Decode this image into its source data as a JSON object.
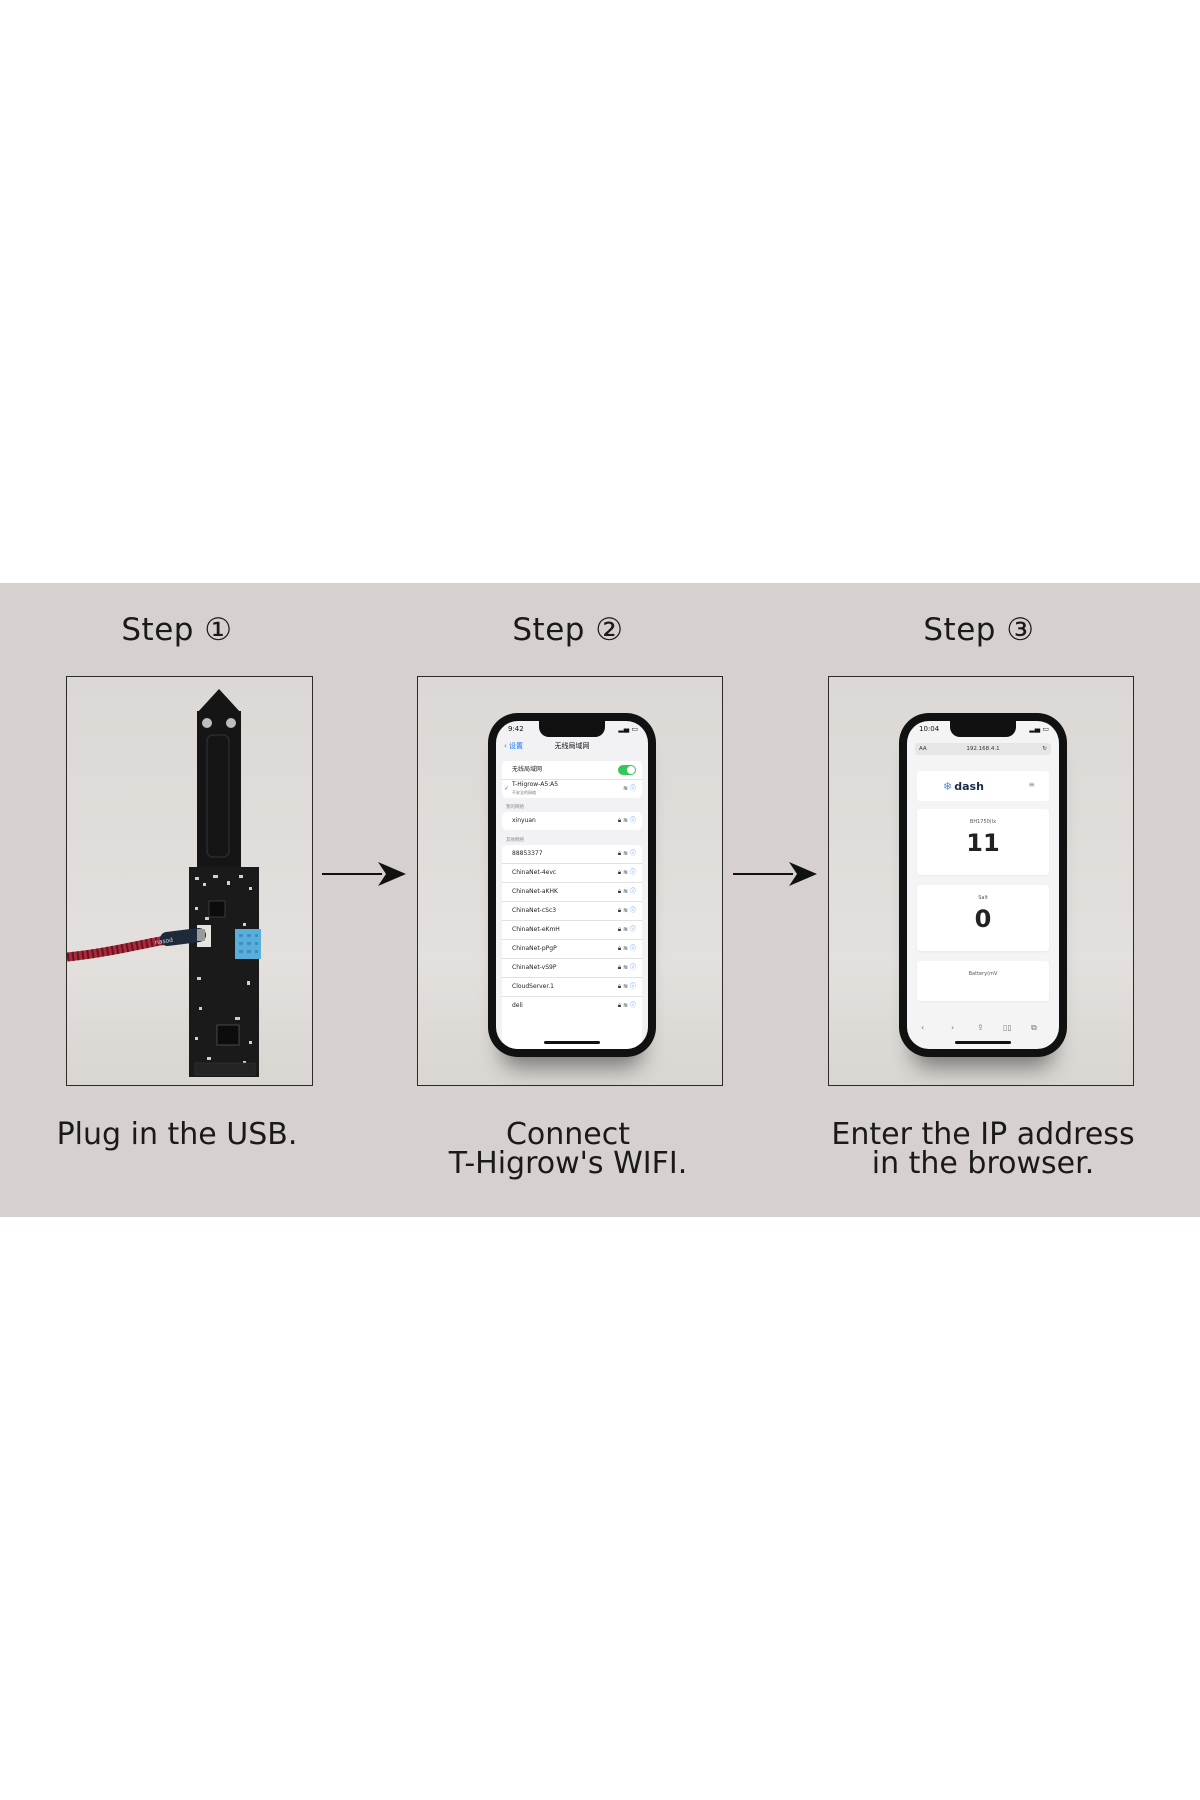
{
  "steps": [
    {
      "title": "Step ①",
      "caption_lines": [
        "Plug in the USB."
      ]
    },
    {
      "title": "Step ②",
      "caption_lines": [
        "Connect",
        "T-Higrow's WIFI."
      ]
    },
    {
      "title": "Step ③",
      "caption_lines": [
        "Enter the IP address",
        "in the browser."
      ]
    }
  ],
  "device": {
    "cable_brand": "nasod"
  },
  "wifi_phone": {
    "time": "9:42",
    "back_label": "设置",
    "title": "无线局域网",
    "wlan_label": "无线局域网",
    "connected_network": "T-Higrow-A5:A5",
    "connected_subtitle": "不安全的网络",
    "my_networks_header": "我的网络",
    "my_networks": [
      "xinyuan"
    ],
    "other_networks_header": "其他网络",
    "other_networks": [
      "88853377",
      "ChinaNet-4evc",
      "ChinaNet-aKHK",
      "ChinaNet-cSc3",
      "ChinaNet-eKmH",
      "ChinaNet-pPgP",
      "ChinaNet-vS9P",
      "CloudServer.1",
      "deli"
    ]
  },
  "dash_phone": {
    "time": "10:04",
    "url": "192.168.4.1",
    "aa_label": "AA",
    "brand": "dash",
    "cards": [
      {
        "label": "BH1750(lx",
        "value": "11"
      },
      {
        "label": "Salt",
        "value": "0"
      },
      {
        "label": "Battery(mV",
        "value": ""
      }
    ]
  },
  "colors": {
    "band": "#d6d1ce",
    "toggle_green": "#34c759",
    "pcb": "#151515",
    "sensor_blue": "#5aaedc",
    "cable_red": "#b3263a"
  }
}
